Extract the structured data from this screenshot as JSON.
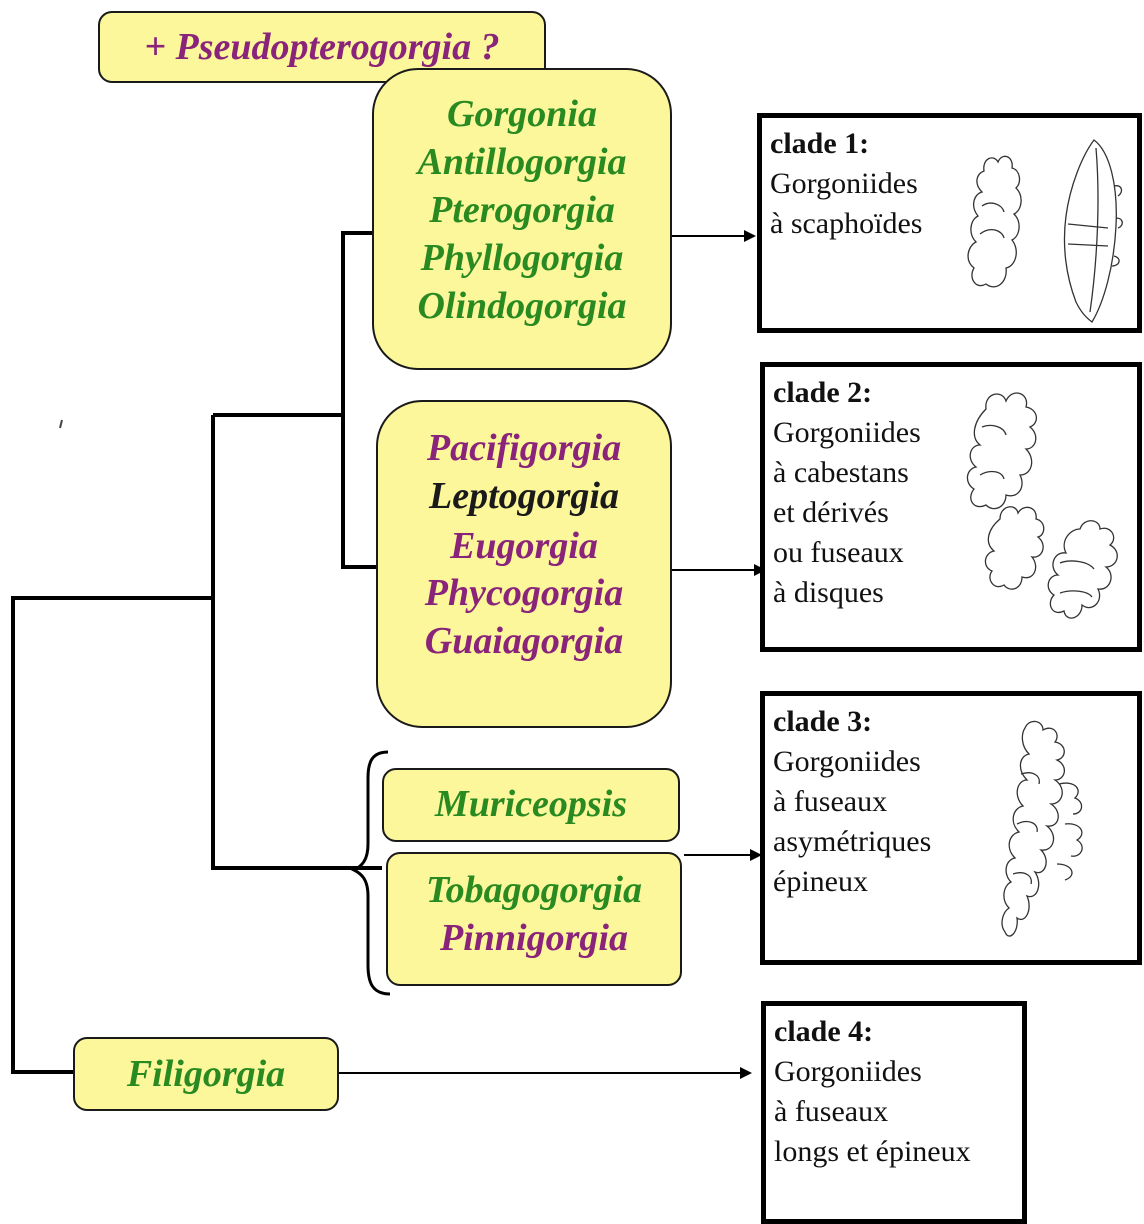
{
  "pseudo_label": "+ Pseudopterogorgia ?",
  "group1": [
    "Gorgonia",
    "Antillogorgia",
    "Pterogorgia",
    "Phyllogorgia",
    "Olindogorgia"
  ],
  "group2": [
    "Pacifigorgia",
    "Leptogorgia",
    "Eugorgia",
    "Phycogorgia",
    "Guaiagorgia"
  ],
  "group3a": "Muriceopsis",
  "group3b": [
    "Tobagogorgia",
    "Pinnigorgia"
  ],
  "group4": "Filigorgia",
  "clades": [
    {
      "title": "clade 1:",
      "lines": [
        "Gorgoniides",
        "à scaphoïdes"
      ]
    },
    {
      "title": "clade 2:",
      "lines": [
        "Gorgoniides",
        "à cabestans",
        "et dérivés",
        "ou fuseaux",
        "à disques"
      ]
    },
    {
      "title": "clade 3:",
      "lines": [
        "Gorgoniides",
        "à fuseaux",
        "asymétriques",
        "épineux"
      ]
    },
    {
      "title": "clade 4:",
      "lines": [
        "Gorgoniides",
        "à fuseaux",
        "longs et épineux"
      ]
    }
  ],
  "colors": {
    "box_fill": "#fbf79a",
    "green_taxa": "#2a8a22",
    "purple_taxa": "#8a237a"
  }
}
